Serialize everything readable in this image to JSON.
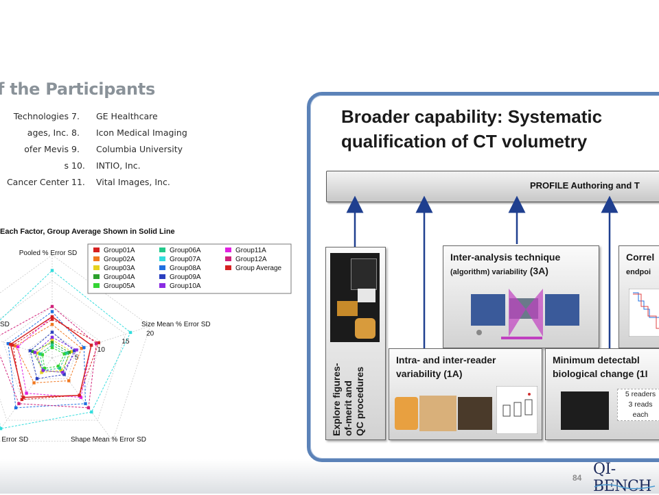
{
  "slide": {
    "title": "f the Participants",
    "page_number": "84"
  },
  "participants": [
    {
      "left": "Technologies",
      "num": "7.",
      "name": "GE Healthcare"
    },
    {
      "left": "ages, Inc.",
      "num": "8.",
      "name": "Icon Medical Imaging"
    },
    {
      "left": "ofer Mevis",
      "num": "9.",
      "name": "Columbia University"
    },
    {
      "left": "s",
      "num": "10.",
      "name": "INTIO, Inc."
    },
    {
      "left": "Cancer Center",
      "num": "11.",
      "name": "Vital Images, Inc."
    }
  ],
  "chart_data": {
    "type": "radar",
    "title": "Each Factor, Group Average Shown in Solid Line",
    "axes": [
      "Pooled % Error SD",
      "Size Mean % Error SD",
      "Shape Mean % Error SD",
      "% Error SD",
      "SD"
    ],
    "tick_labels": [
      "5",
      "10",
      "15",
      "20"
    ],
    "legend": [
      "Group01A",
      "Group02A",
      "Group03A",
      "Group04A",
      "Group05A",
      "Group06A",
      "Group07A",
      "Group08A",
      "Group09A",
      "Group10A",
      "Group11A",
      "Group12A",
      "Group Average"
    ],
    "legend_colors": [
      "#d62020",
      "#f07820",
      "#e6d21e",
      "#2ca02c",
      "#35d435",
      "#23c98a",
      "#33dddd",
      "#1f6fe0",
      "#2a3fbf",
      "#8a2be2",
      "#e020e0",
      "#d0207a",
      "#d62020"
    ],
    "series_values": {
      "Group01A": [
        7.5,
        9.5,
        9.0,
        10.0,
        8.0
      ],
      "Group02A": [
        6.5,
        6.0,
        5.5,
        6.0,
        7.5
      ],
      "Group03A": [
        3.5,
        4.0,
        3.0,
        3.5,
        3.0
      ],
      "Group04A": [
        3.0,
        3.5,
        3.5,
        3.0,
        4.0
      ],
      "Group05A": [
        2.0,
        2.5,
        2.0,
        2.5,
        2.0
      ],
      "Group06A": [
        2.5,
        3.0,
        2.5,
        3.0,
        2.5
      ],
      "Group07A": [
        17.0,
        16.0,
        13.0,
        17.0,
        14.0
      ],
      "Group08A": [
        9.0,
        6.5,
        11.0,
        12.0,
        9.0
      ],
      "Group09A": [
        5.0,
        4.5,
        4.0,
        5.0,
        4.5
      ],
      "Group10A": [
        4.0,
        5.0,
        3.5,
        3.0,
        3.5
      ],
      "Group11A": [
        8.0,
        8.0,
        9.5,
        8.5,
        7.0
      ],
      "Group12A": [
        10.0,
        9.0,
        12.0,
        11.0,
        12.0
      ],
      "Group Average": [
        8.0,
        8.0,
        9.0,
        9.5,
        8.5
      ]
    },
    "rlim": [
      0,
      20
    ],
    "grid": true,
    "legend_placement": "top-right"
  },
  "panel": {
    "heading_line1": "Broader capability: Systematic",
    "heading_line2": "qualification of CT volumetry",
    "profile_label": "PROFILE Authoring and T",
    "explore_line1": "Explore figures-",
    "explore_line2": "of-merit and",
    "explore_line3": "QC procedures",
    "inter_analysis_title": "Inter-analysis technique",
    "inter_analysis_sub": "(algorithm) variability",
    "inter_analysis_code": "(3A)",
    "correl_title": "Correl",
    "correl_sub": "endpoi",
    "intra_title_1": "Intra- and inter-reader",
    "intra_title_2": "variability (1A)",
    "min_detect_1": "Minimum detectabl",
    "min_detect_2": "biological change (1I",
    "readers_note_1": "5 readers",
    "readers_note_2": "3 reads",
    "readers_note_3": "each",
    "colors": {
      "panel_border": "#5b82b8",
      "arrow": "#1f3f8f"
    }
  },
  "logo": {
    "text": "QI-BENCH"
  }
}
